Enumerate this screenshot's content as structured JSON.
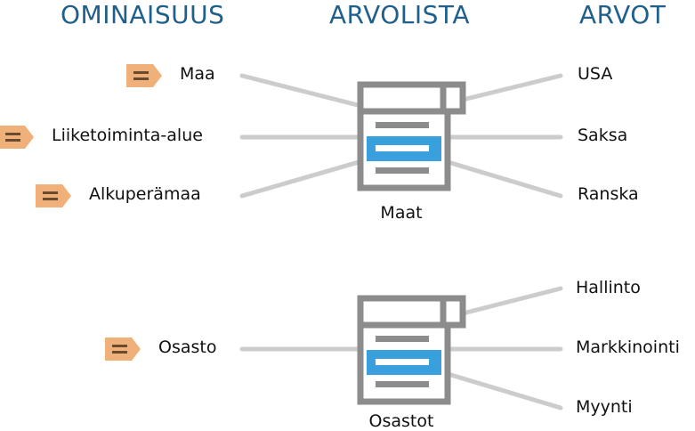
{
  "headers": {
    "property": "OMINAISUUS",
    "valuelist": "ARVOLISTA",
    "values": "ARVOT"
  },
  "colors": {
    "header": "#1f5f8b",
    "connector": "#cccccc",
    "listFrame": "#8c8c8c",
    "listSelected": "#3aa0dd",
    "tag": "#f0b07a",
    "tagGlyph": "#6b4a2e"
  },
  "groups": [
    {
      "list_label": "Maat",
      "properties": [
        "Maa",
        "Liiketoiminta-alue",
        "Alkuperämaa"
      ],
      "values": [
        "USA",
        "Saksa",
        "Ranska"
      ]
    },
    {
      "list_label": "Osastot",
      "properties": [
        "Osasto"
      ],
      "values": [
        "Hallinto",
        "Markkinointi",
        "Myynti"
      ]
    }
  ]
}
